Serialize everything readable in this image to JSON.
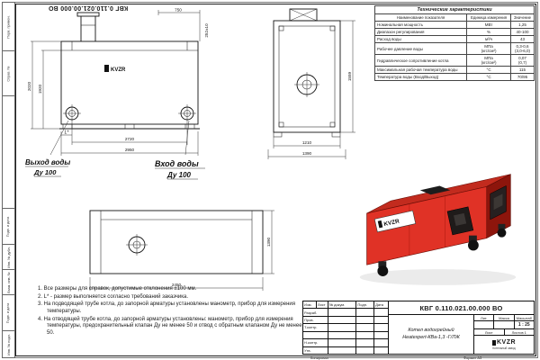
{
  "doc_code": "КВГ 0.110.021.00.000 ВО",
  "brand": "KVZR",
  "spec_table": {
    "title": "Технические характеристики",
    "headers": [
      "Наименование показателя",
      "Единица измерения",
      "Значение"
    ],
    "rows": [
      [
        "Номинальная мощность",
        "МВт",
        "1,25"
      ],
      [
        "Диапазон регулирования",
        "%",
        "40-100"
      ],
      [
        "Расход воды",
        "м³/ч",
        "43"
      ],
      [
        "Рабочее давление воды",
        "МПа\n(кгс/см²)",
        "0,3-0,6\n(3,0-6,0)"
      ],
      [
        "Гидравлическое сопротивление котла",
        "МПа\n(кгс/см²)",
        "0,07\n(0,7)"
      ],
      [
        "Максимальная рабочая температура воды",
        "°С",
        "115"
      ],
      [
        "Температура воды (Вход/Выход)",
        "°С",
        "70/95"
      ]
    ]
  },
  "front_view": {
    "dim_height_outer": "2020",
    "dim_height_inner": "1920",
    "dim_width_inner": "2720",
    "dim_width_outer": "2950",
    "dim_top": "750",
    "dim_offset": "252±10",
    "l_mark": "L*",
    "outlet_label_1": "Выход воды",
    "outlet_label_2": "Ду 100",
    "inlet_label_1": "Вход воды",
    "inlet_label_2": "Ду 100"
  },
  "side_view": {
    "dim_height": "1559",
    "dim_width_inner": "1210",
    "dim_width_outer": "1390"
  },
  "plan_view": {
    "dim_width": "2450",
    "dim_height": "1390"
  },
  "notes": [
    "1.  Все размеры для справок, допустимые отклонения ±100 мм.",
    "2.  L* - размер выполняется согласно требований заказчика.",
    "3.  На подводящей трубе котла, до запорной арматуры установлены манометр, прибор для измерения температуры.",
    "4.  На отводящей трубе котла, до запорной арматуры установлены: манометр, прибор для измерения температуры, предохранительный клапан Ду не менее 50 и отвод с обратным клапаном Ду не менее 50."
  ],
  "title_block": {
    "product_name": "Котел водогрейный\nHeatexpert-КВа-1,3 -Г/ЛЖ",
    "scale": "1 : 25",
    "labels": {
      "izm": "Изм.",
      "list": "Лист",
      "doc": "№ докум.",
      "podp": "Подп.",
      "data": "Дата",
      "razrab": "Разраб.",
      "prov": "Пров.",
      "tkontr": "Т.контр.",
      "nkontr": "Н.контр.",
      "utv": "Утв.",
      "lit": "Лит.",
      "massa": "Масса",
      "masshtab": "Масштаб",
      "sheet": "Лист",
      "sheets": "Листов 1"
    },
    "logo_caption": "Котельный завод",
    "kopiroval": "Копировал",
    "format": "Формат А3"
  },
  "margin_labels": [
    "Перв. примен.",
    "Справ. №",
    "Подп. и дата",
    "Инв. № дубл.",
    "Взам. инв. №",
    "Подп. и дата",
    "Инв. № подл."
  ]
}
